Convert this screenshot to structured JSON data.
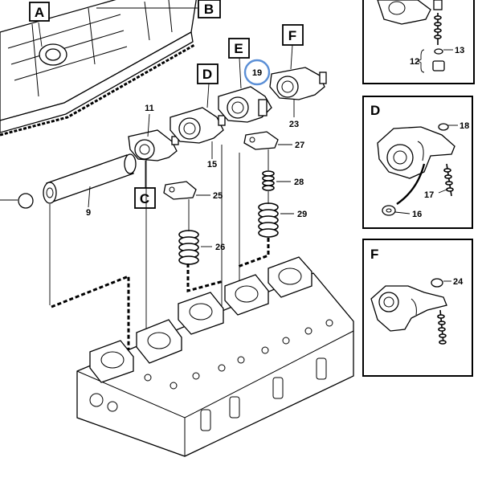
{
  "labels": {
    "A": "A",
    "B": "B",
    "C": "C",
    "D": "D",
    "E": "E",
    "F": "F",
    "detail_d": "D",
    "detail_f": "F"
  },
  "numbers": {
    "n9": "9",
    "n11": "11",
    "n12": "12",
    "n13": "13",
    "n15": "15",
    "n16": "16",
    "n17": "17",
    "n18": "18",
    "n19": "19",
    "n23": "23",
    "n24": "24",
    "n25": "25",
    "n26": "26",
    "n27": "27",
    "n28": "28",
    "n29": "29"
  },
  "colors": {
    "highlight_circle": "#5b8fd6",
    "line": "#000000",
    "background": "#ffffff"
  }
}
